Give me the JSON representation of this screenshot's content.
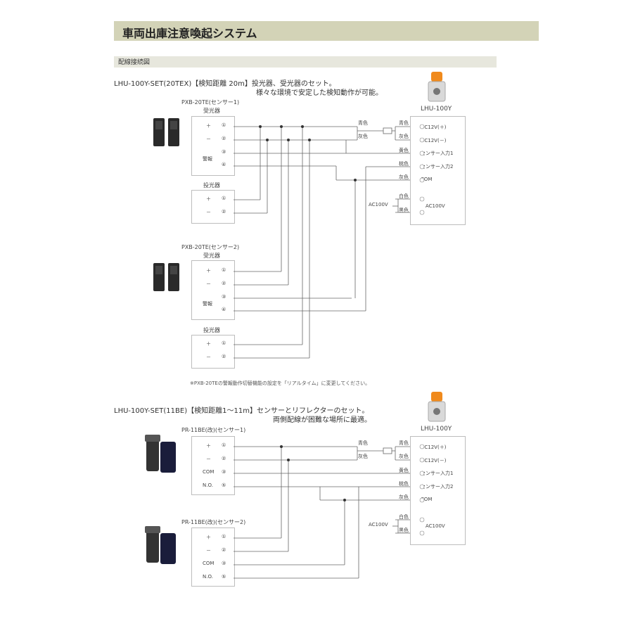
{
  "title": "車両出庫注意喚起システム",
  "section": "配線接続図",
  "set1": {
    "heading": "LHU-100Y-SET(20TEX)【検知距離 20m】投光器、受光器のセット。",
    "subheading": "様々な環境で安定した検知動作が可能。",
    "sensor1_title": "PXB-20TE(センサー1)",
    "sensor2_title": "PXB-20TE(センサー2)",
    "receiver": "受光器",
    "projector": "投光器",
    "alarm": "警報",
    "plus": "＋",
    "minus": "－",
    "t1": "①",
    "t2": "②",
    "t3": "③",
    "t4": "④",
    "note": "※PXB-20TEの警報動作切替機能の設定を「リアルタイム」に変更してください。"
  },
  "set2": {
    "heading": "LHU-100Y-SET(11BE)【検知距離1～11m】センサーとリフレクターのセット。",
    "subheading": "両側配線が困難な場所に最適。",
    "sensor1_title": "PR-11BE(改)(センサー1)",
    "sensor2_title": "PR-11BE(改)(センサー2)",
    "plus": "＋",
    "minus": "－",
    "com": "COM",
    "no": "N.O.",
    "t1": "①",
    "t2": "②",
    "t3": "③",
    "t5": "⑤"
  },
  "unit": {
    "name": "LHU-100Y",
    "dc_plus": "DC12V(＋)",
    "dc_minus": "DC12V(－)",
    "in1": "センサー入力1",
    "in2": "センサー入力2",
    "com": "COM",
    "ac": "AC100V",
    "ac_label": "AC100V",
    "blue": "青色",
    "gray": "灰色",
    "yellow": "黄色",
    "peach": "桃色",
    "white": "白色",
    "black": "黒色"
  },
  "colors": {
    "title_bg": "#d3d3b7",
    "section_bg": "#e7e7dd",
    "lamp_orange": "#f08a1c"
  }
}
